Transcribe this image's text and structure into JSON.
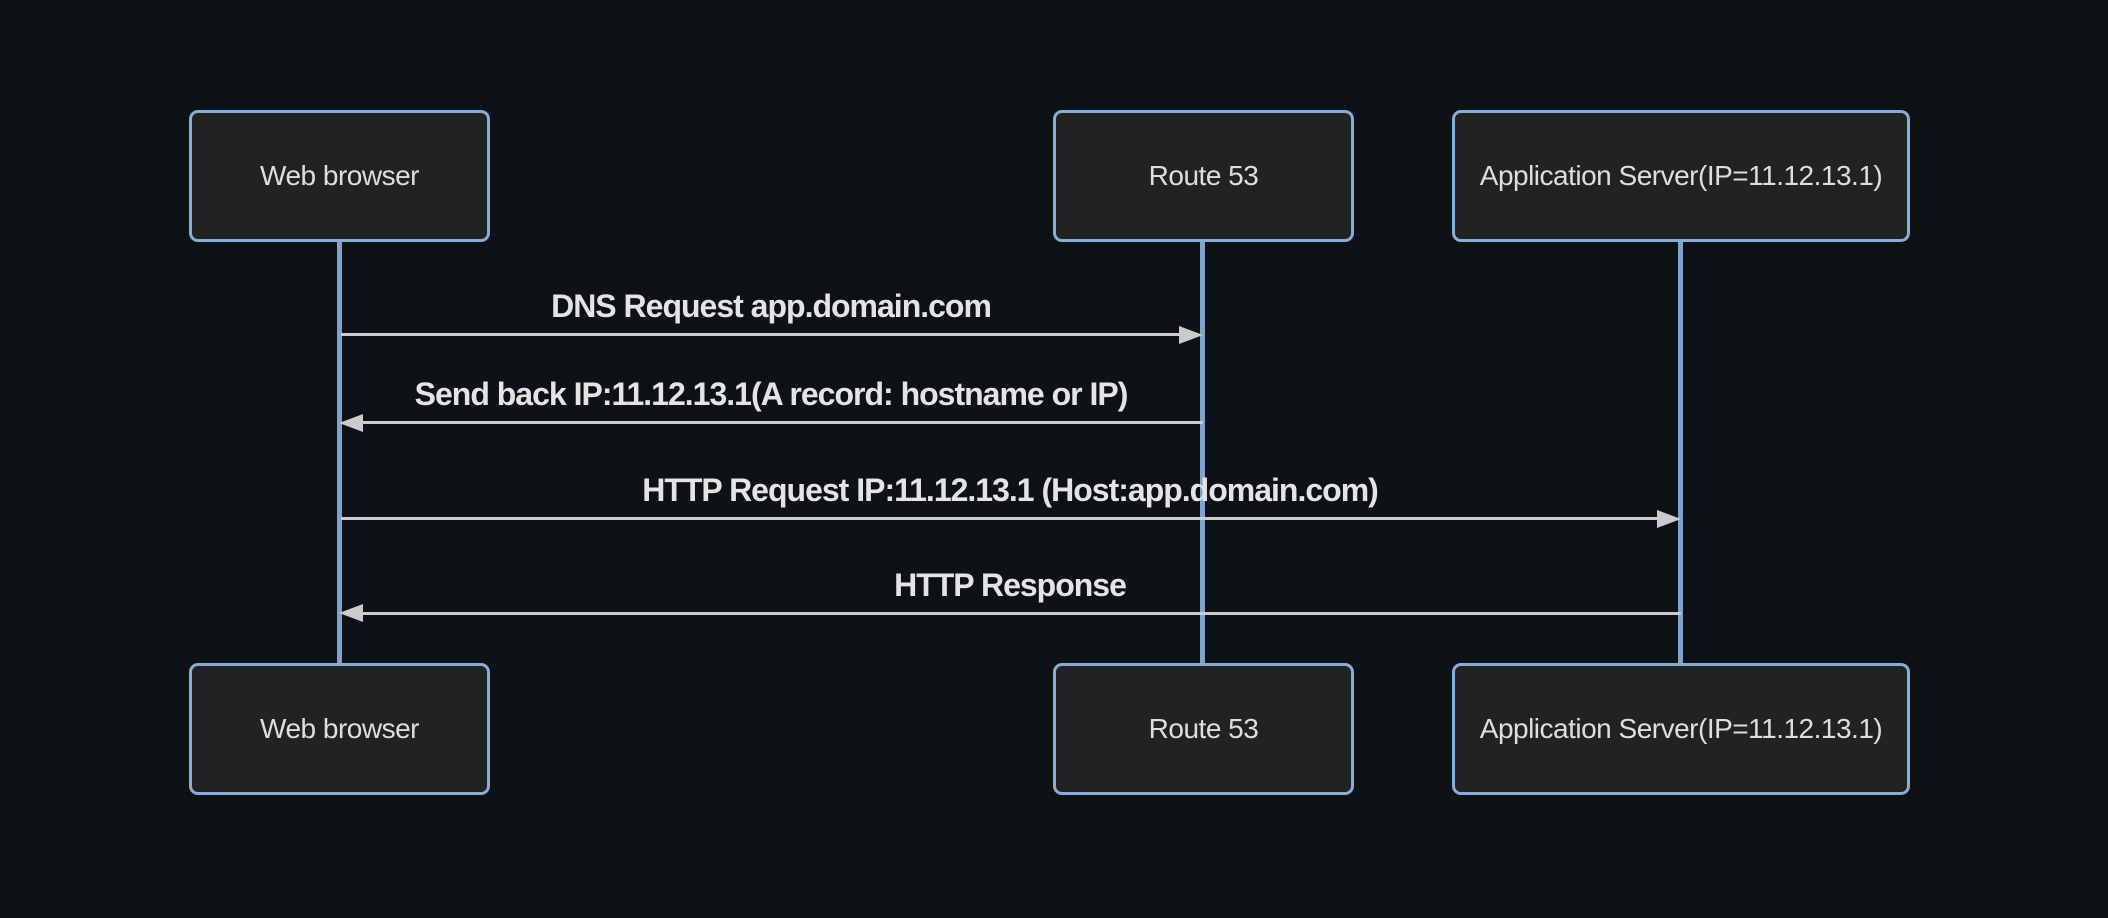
{
  "diagram": {
    "type": "sequence",
    "actors": [
      {
        "id": "web-browser",
        "label": "Web browser"
      },
      {
        "id": "route-53",
        "label": "Route 53"
      },
      {
        "id": "app-server",
        "label": "Application Server(IP=11.12.13.1)"
      }
    ],
    "messages": [
      {
        "from": "web-browser",
        "to": "route-53",
        "direction": "right",
        "label": "DNS Request app.domain.com"
      },
      {
        "from": "route-53",
        "to": "web-browser",
        "direction": "left",
        "label": "Send back IP:11.12.13.1(A record: hostname or IP)"
      },
      {
        "from": "web-browser",
        "to": "app-server",
        "direction": "right",
        "label": "HTTP Request IP:11.12.13.1 (Host:app.domain.com)"
      },
      {
        "from": "app-server",
        "to": "web-browser",
        "direction": "left",
        "label": "HTTP Response"
      }
    ],
    "colors": {
      "background": "#0e1116",
      "actor_fill": "#212323",
      "actor_border": "#87aed8",
      "lifeline": "#81a3cb",
      "arrow": "#cbcbcb",
      "text": "#dedede",
      "message_text": "#e4e4e4"
    }
  }
}
